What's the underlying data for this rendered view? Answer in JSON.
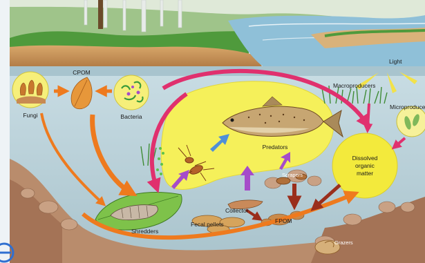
{
  "labels": {
    "cpom": "CPOM",
    "fungi": "Fungi",
    "bacteria": "Bacteria",
    "light": "Light",
    "macroproducers": "Macroproducers",
    "microproducers": "Microproduce",
    "predators": "Predators",
    "dissolved_line1": "Dissolved",
    "dissolved_line2": "organic",
    "dissolved_line3": "matter",
    "scrapers": "Scrapers",
    "collector": "Collector",
    "fecal_pellets": "Fecal pellets",
    "fpom": "FPOM",
    "shredders": "Shredders",
    "grazers": "Grazers"
  },
  "colors": {
    "sky": "#eaf2f7",
    "water": "#bfd3dc",
    "sediment": "#b98c6c",
    "yellow_zone": "#f5f05a",
    "magenta_arrow": "#e0306e",
    "orange_arrow": "#ee7a1e",
    "brown_arrow": "#9a2e1c",
    "purple_arrow": "#a64cc9",
    "blue_arrow": "#4f8fd8",
    "light_ray": "#f2e24a"
  },
  "icons": {
    "fungi": "fungi-illustration",
    "cpom": "leaf-illustration",
    "bacteria": "bacteria-illustration",
    "fish": "trout-illustration",
    "predator_larva": "stonefly-larva-illustration",
    "shredder": "caddis-larva-illustration",
    "collector": "collector-larva-illustration",
    "grazer": "snail-illustration",
    "macrophyte": "grass-illustration",
    "microproducer": "diatom-illustration"
  }
}
